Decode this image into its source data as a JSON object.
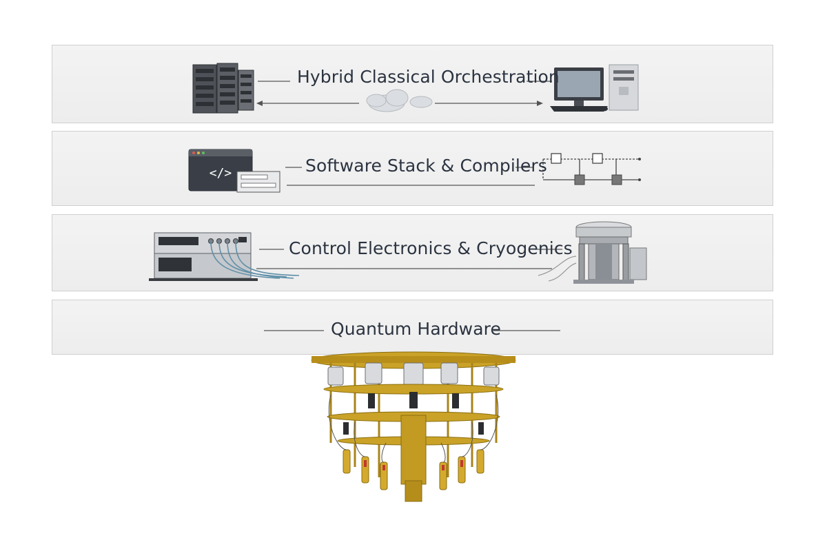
{
  "layers": [
    {
      "title": "Hybrid Classical Orchestration"
    },
    {
      "title": "Software Stack & Compilers"
    },
    {
      "title": "Control Electronics & Cryogenics"
    },
    {
      "title": "Quantum Hardware"
    }
  ],
  "icons": {
    "layer_1": [
      "server-rack-icon",
      "cloud-icon",
      "desktop-computer-icon"
    ],
    "layer_2": [
      "code-window-icon",
      "circuit-diagram-icon"
    ],
    "layer_3": [
      "control-electronics-rack-icon",
      "dilution-refrigerator-icon"
    ],
    "layer_4": [
      "quantum-chandelier-icon"
    ]
  },
  "colors": {
    "panel": "#efefef",
    "panel_border": "#cfcfcf",
    "text": "#2b3340",
    "gold": "#c9a227"
  }
}
